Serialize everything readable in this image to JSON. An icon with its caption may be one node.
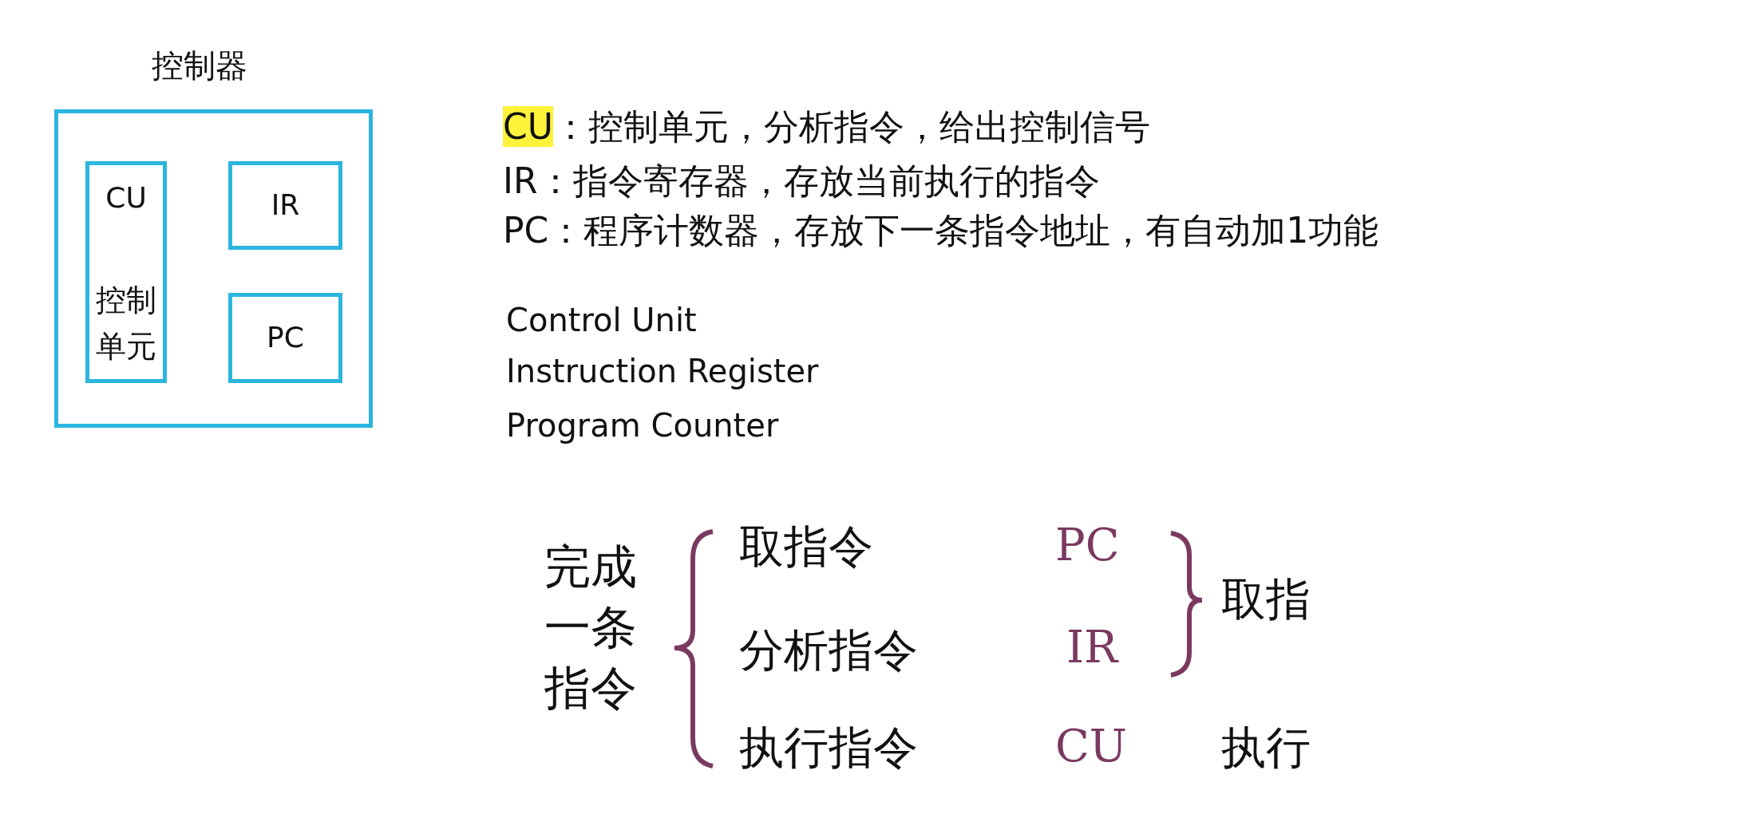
{
  "diagram": {
    "nodes": [
      {
        "text": [
          "控制器"
        ]
      },
      {
        "text": [
          "CU",
          "控制单元"
        ],
        "in": 0
      },
      {
        "text": [
          "IR"
        ],
        "in": 0
      },
      {
        "text": [
          "PC"
        ],
        "in": 0
      }
    ],
    "labels": [
      "CU：控制单元，分析指令，给出控制信号",
      "IR：指令寄存器，存放当前执行的指令",
      "PC：程序计数器，存放下一条指令地址，有自动加1功能",
      "Control Unit",
      "Instruction Register",
      "Program Counter",
      "完成一条指令",
      "取指令",
      "PC",
      "分析指令",
      "IR",
      "执行指令",
      "CU",
      "取指",
      "执行"
    ]
  }
}
